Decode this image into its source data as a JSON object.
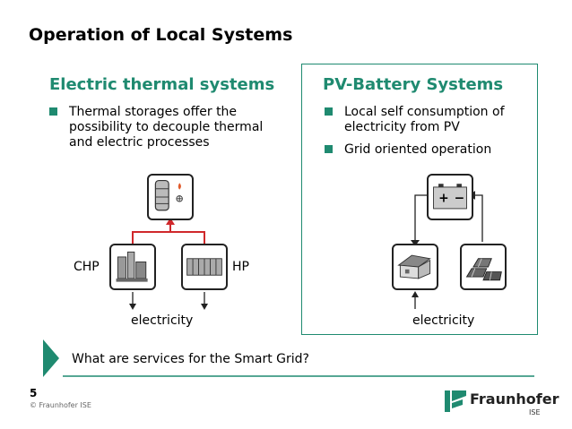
{
  "slide": {
    "title": "Operation of Local Systems",
    "page_number": "5",
    "copyright": "© Fraunhofer ISE"
  },
  "left": {
    "heading": "Electric thermal systems",
    "bullets": [
      "Thermal storages offer the possibility to decouple thermal and electric processes"
    ],
    "diagram": {
      "chp_label": "CHP",
      "hp_label": "HP",
      "output_label": "electricity"
    }
  },
  "right": {
    "heading": "PV-Battery Systems",
    "bullets": [
      "Local self consumption of electricity from PV",
      "Grid oriented operation"
    ],
    "diagram": {
      "output_label": "electricity"
    }
  },
  "footer": {
    "question": "What are services for the Smart Grid?",
    "logo_name": "Fraunhofer",
    "logo_sub": "ISE"
  },
  "colors": {
    "accent": "#1f8a70",
    "heat_line": "#d0282b"
  },
  "icons": [
    "thermal-storage-icon",
    "chp-unit-icon",
    "heat-pump-icon",
    "battery-icon",
    "house-icon",
    "pv-panels-icon",
    "fraunhofer-logo-icon"
  ]
}
